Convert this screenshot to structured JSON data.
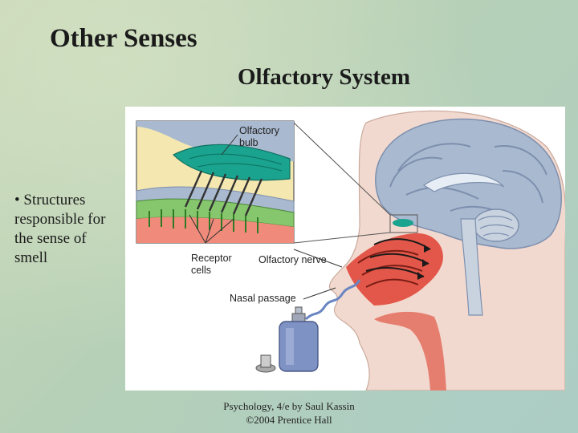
{
  "slide": {
    "title": "Other Senses",
    "subtitle": "Olfactory System",
    "bullet": "• Structures responsible for the sense of smell",
    "footer_line1": "Psychology, 4/e by Saul Kassin",
    "footer_line2": "©2004 Prentice Hall"
  },
  "figure": {
    "labels": {
      "olfactory_bulb_line1": "Olfactory",
      "olfactory_bulb_line2": "bulb",
      "receptor_cells_line1": "Receptor",
      "receptor_cells_line2": "cells",
      "olfactory_nerve": "Olfactory nerve",
      "nasal_passage": "Nasal passage"
    },
    "colors": {
      "brain": "#a9b9cf",
      "brain_dark": "#7c8fae",
      "skin": "#f2d9cf",
      "nasal_red": "#e0483a",
      "bulb_teal": "#1aa38e",
      "inset_bg": "#f5e7b0"
    }
  }
}
